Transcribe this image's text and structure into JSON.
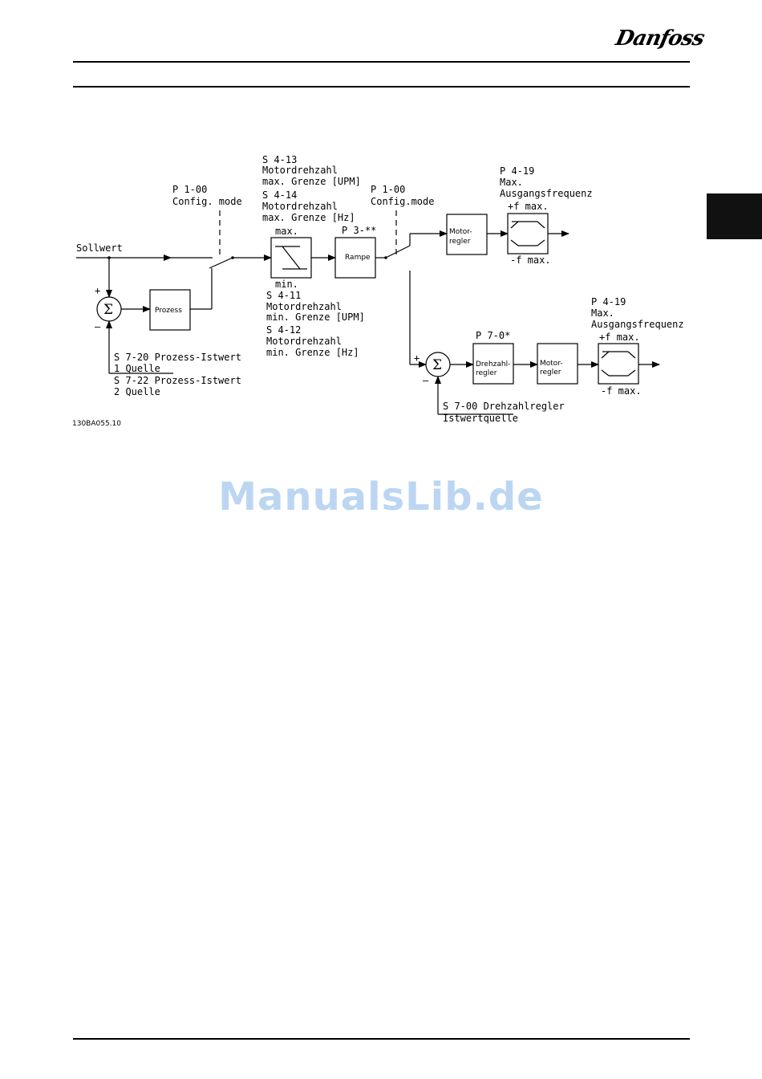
{
  "header": {
    "logo": "Danfoss"
  },
  "watermark": "ManualsLib.de",
  "diagram": {
    "code": "130BA055.10",
    "input_label": "Sollwert",
    "blocks": {
      "prozess": "Prozess",
      "rampe": "Rampe",
      "motorregler_top_1": "Motor-",
      "motorregler_top_2": "regler",
      "drehzahlregler_1": "Drehzahl-",
      "drehzahlregler_2": "regler",
      "motorregler_bottom_1": "Motor-",
      "motorregler_bottom_2": "regler"
    },
    "labels": {
      "p100_a_1": "P 1-00",
      "p100_a_2": "Config. mode",
      "p100_b_1": "P 1-00",
      "p100_b_2": "Config.mode",
      "s413_1": "S 4-13",
      "s413_2": "Motordrehzahl",
      "s413_3": "max. Grenze [UPM]",
      "s414_1": "S 4-14",
      "s414_2": "Motordrehzahl",
      "s414_3": "max. Grenze [Hz]",
      "limiter_max": "max.",
      "limiter_min": "min.",
      "s411_1": "S 4-11",
      "s411_2": "Motordrehzahl",
      "s411_3": "min. Grenze [UPM]",
      "s412_1": "S 4-12",
      "s412_2": "Motordrehzahl",
      "s412_3": "min. Grenze [Hz]",
      "p3": "P 3-**",
      "p419_top_1": "P 4-19",
      "p419_top_2": "Max.",
      "p419_top_3": "Ausgangsfrequenz",
      "fmax_top_plus": "+f max.",
      "fmax_top_minus": "-f max.",
      "p419_bot_1": "P 4-19",
      "p419_bot_2": "Max.",
      "p419_bot_3": "Ausgangsfrequenz",
      "fmax_bot_plus": "+f max.",
      "fmax_bot_minus": "-f max.",
      "p70": "P 7-0*",
      "s720_1": "S 7-20 Prozess-Istwert",
      "s720_2": "1 Quelle",
      "s722_1": "S 7-22 Prozess-Istwert",
      "s722_2": "2 Quelle",
      "s700_1": "S 7-00 Drehzahlregler",
      "s700_2": "Istwertquelle",
      "plus_1": "+",
      "minus_1": "–",
      "plus_2": "+",
      "minus_2": "–",
      "sigma_1": "Σ",
      "sigma_2": "Σ"
    }
  }
}
